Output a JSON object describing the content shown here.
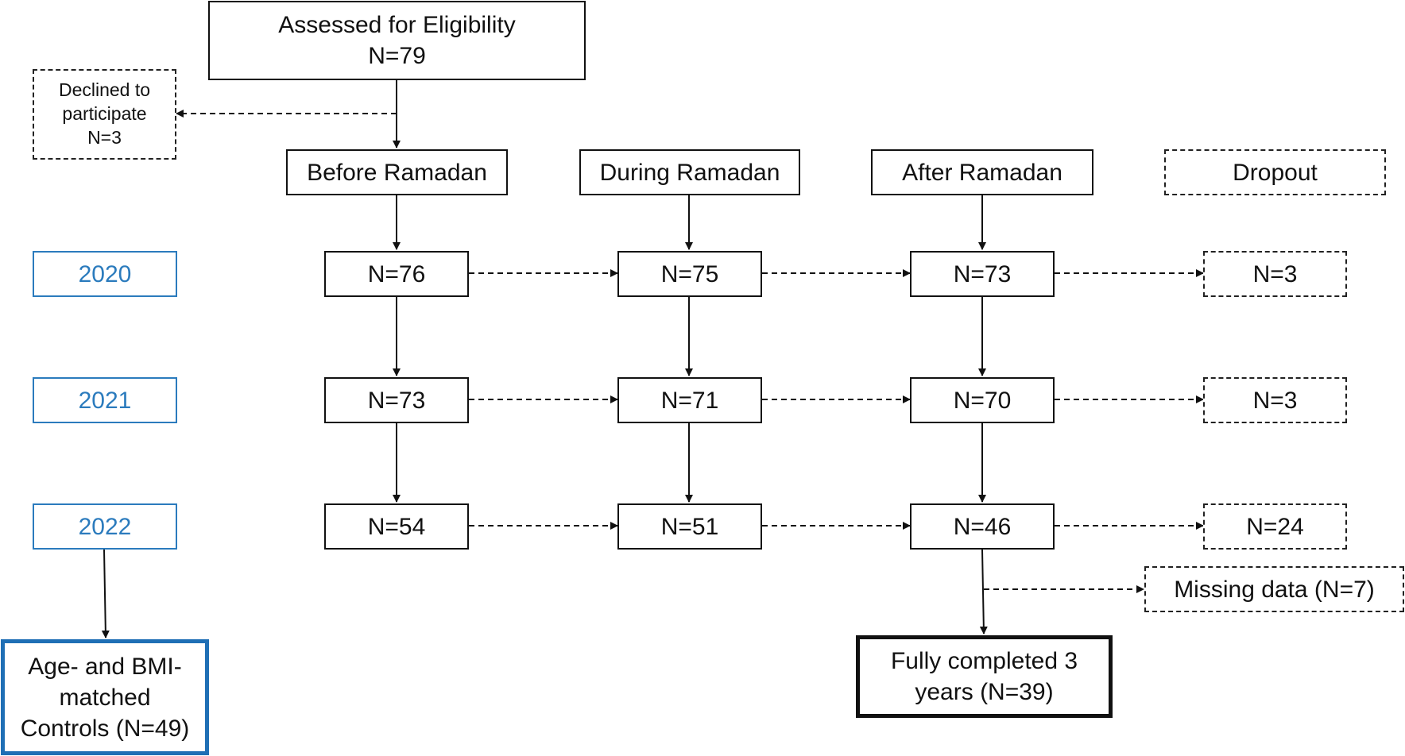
{
  "assessed": {
    "title": "Assessed for Eligibility",
    "n": "N=79"
  },
  "declined": {
    "line1": "Declined to",
    "line2": "participate",
    "line3": "N=3"
  },
  "columns": {
    "before": "Before Ramadan",
    "during": "During Ramadan",
    "after": "After Ramadan",
    "dropout": "Dropout"
  },
  "years": {
    "y2020": "2020",
    "y2021": "2021",
    "y2022": "2022"
  },
  "row2020": {
    "before": "N=76",
    "during": "N=75",
    "after": "N=73",
    "dropout": "N=3"
  },
  "row2021": {
    "before": "N=73",
    "during": "N=71",
    "after": "N=70",
    "dropout": "N=3"
  },
  "row2022": {
    "before": "N=54",
    "during": "N=51",
    "after": "N=46",
    "dropout": "N=24"
  },
  "missing": "Missing data (N=7)",
  "completed": {
    "line1": "Fully completed 3",
    "line2": "years (N=39)"
  },
  "controls": {
    "line1": "Age- and BMI-",
    "line2": "matched",
    "line3": "Controls (N=49)"
  },
  "colors": {
    "accent_blue": "#2b7bbd",
    "line": "#111111"
  }
}
